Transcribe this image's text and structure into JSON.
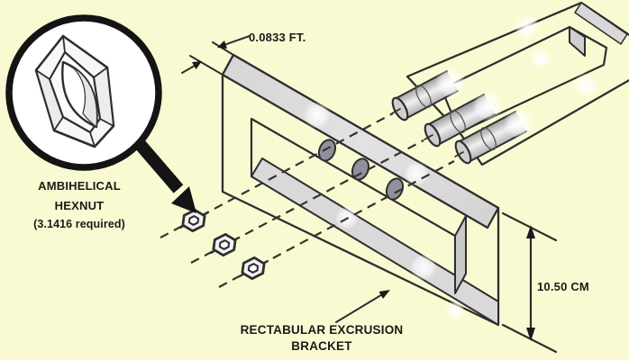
{
  "diagram": {
    "colors": {
      "background": "#FAFAD2",
      "ink": "#2E2E2E",
      "metal_light": "#DCDCDC",
      "metal_mid": "#C9C9C9",
      "hole_gray": "#90909A",
      "loupe_fill": "#FFFFFF"
    },
    "magnifier_callout": {
      "label_line1": "AMBIHELICAL",
      "label_line2": "HEXNUT",
      "label_line3": "(3.1416 required)"
    },
    "dimension_thickness": {
      "value": "0.0833 FT."
    },
    "dimension_height": {
      "value": "10.50 CM"
    },
    "bracket_label": {
      "line1": "RECTABULAR EXCRUSION",
      "line2": "BRACKET"
    }
  }
}
